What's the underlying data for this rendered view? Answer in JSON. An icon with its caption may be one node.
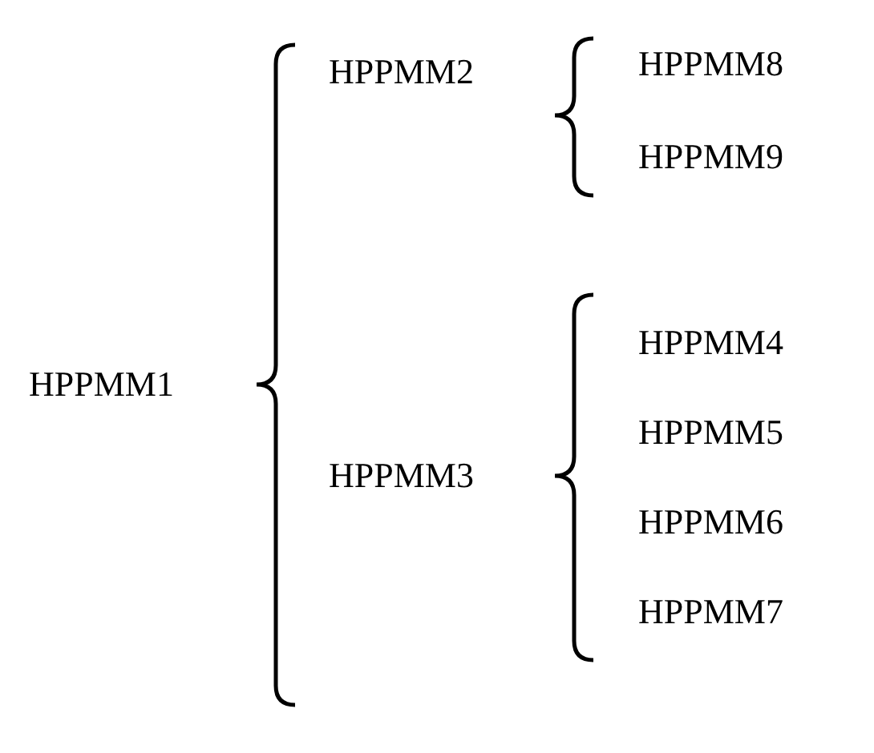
{
  "diagram": {
    "labels": [
      "HPPMM1",
      "HPPMM2",
      "HPPMM8",
      "HPPMM9",
      "HPPMM3",
      "HPPMM4",
      "HPPMM5",
      "HPPMM6",
      "HPPMM7"
    ]
  }
}
